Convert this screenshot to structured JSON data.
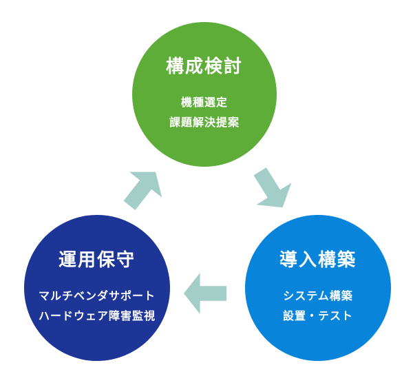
{
  "diagram": {
    "type": "cycle",
    "background_color": "#ffffff",
    "text_color": "#ffffff",
    "arrow_color": "#a3cdc7",
    "nodes": [
      {
        "id": "configuration-study",
        "position": "top",
        "color": "#5ead39",
        "title": "構成検討",
        "items": [
          "機種選定",
          "課題解決提案"
        ]
      },
      {
        "id": "deployment-build",
        "position": "bottom-right",
        "color": "#0884db",
        "title": "導入構築",
        "items": [
          "システム構築",
          "設置・テスト"
        ]
      },
      {
        "id": "operation-maintenance",
        "position": "bottom-left",
        "color": "#1c3596",
        "title": "運用保守",
        "items": [
          "マルチベンダサポート",
          "ハードウェア障害監視"
        ]
      }
    ],
    "arrows": [
      {
        "from": "構成検討",
        "to": "導入構築",
        "direction": "down-right"
      },
      {
        "from": "導入構築",
        "to": "運用保守",
        "direction": "left"
      },
      {
        "from": "運用保守",
        "to": "構成検討",
        "direction": "up-right"
      }
    ]
  }
}
